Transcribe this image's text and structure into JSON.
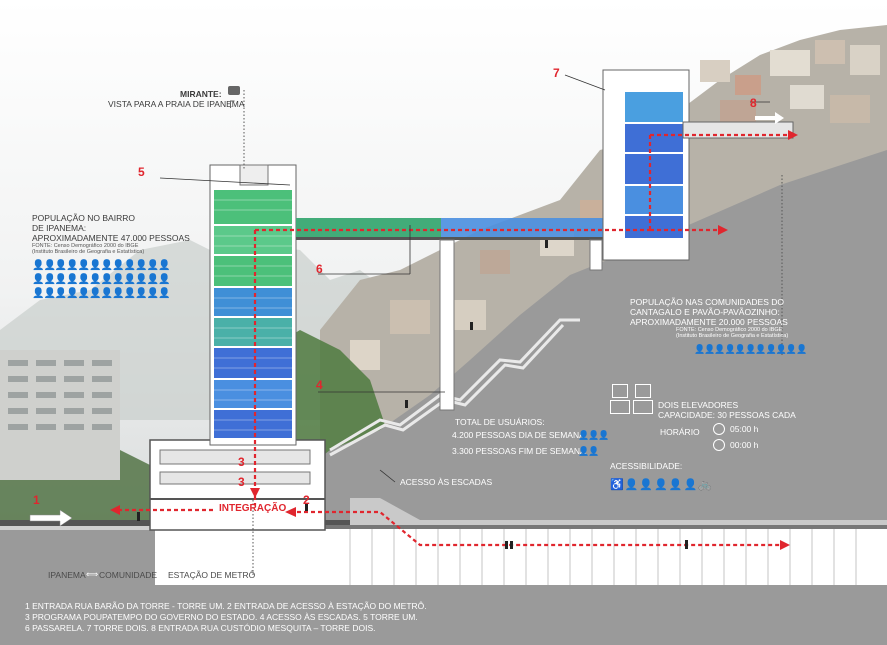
{
  "colors": {
    "hill_gray": "#9a9a9a",
    "marker_red": "#e0262e",
    "glass_green": "#4cc07a",
    "glass_blue": "#3f6fd6",
    "text_dark": "#3a3a3a"
  },
  "mirante": {
    "title": "MIRANTE:",
    "subtitle": "VISTA PARA A PRAIA DE IPANEMA"
  },
  "ipanema_population": {
    "line1": "POPULAÇÃO NO BAIRRO",
    "line2": "DE IPANEMA:",
    "line3": "APROXIMADAMENTE 47.000 PESSOAS",
    "source1": "FONTE: Censo Demográfico 2000 do IBGE",
    "source2": "(Instituto Brasileiro de Geografia e Estatística)",
    "icons": "👤👤👤👤👤👤👤👤👤👤👤👤"
  },
  "community_population": {
    "line1": "POPULAÇÃO NAS COMUNIDADES DO",
    "line2": "CANTAGALO E PAVÃO-PAVÃOZINHO:",
    "line3": "APROXIMADAMENTE 20.000 PESSOAS",
    "source1": "FONTE: Censo Demográfico 2000 do IBGE",
    "source2": "(Instituto Brasileiro de Geografia e Estatística)",
    "icons": "👤👤👤👤👤👤👤👤👤👤👤"
  },
  "users": {
    "title": "TOTAL DE USUÁRIOS:",
    "weekday": "4.200 PESSOAS DIA DE SEMANA",
    "weekend": "3.300 PESSOAS  FIM DE SEMANA"
  },
  "elevators": {
    "title": "DOIS ELEVADORES",
    "capacity": "CAPACIDADE: 30 PESSOAS CADA",
    "schedule_label": "HORÁRIO",
    "open_time": "05:00 h",
    "close_time": "00:00 h"
  },
  "accessibility": {
    "label": "ACESSIBILIDADE:"
  },
  "stairs_access": "ACESSO ÀS ESCADAS",
  "integration": "INTEGRAÇÃO",
  "flow": {
    "a": "IPANEMA",
    "b": "COMUNIDADE",
    "c": "ESTAÇÃO DE METRÔ",
    "arrow": "⟺"
  },
  "markers": {
    "m1": "1",
    "m2": "2",
    "m3a": "3",
    "m3b": "3",
    "m4": "4",
    "m5": "5",
    "m6": "6",
    "m7": "7",
    "m8": "8"
  },
  "legend": {
    "line1": "1 ENTRADA RUA BARÃO DA TORRE - TORRE UM. 2 ENTRADA DE ACESSO À ESTAÇÃO DO METRÔ.",
    "line2": "3 PROGRAMA POUPATEMPO DO GOVERNO DO ESTADO. 4 ACESSO ÀS ESCADAS. 5 TORRE UM.",
    "line3": "6 PASSARELA. 7 TORRE DOIS. 8 ENTRADA RUA CUSTÓDIO MESQUITA – TORRE DOIS."
  }
}
